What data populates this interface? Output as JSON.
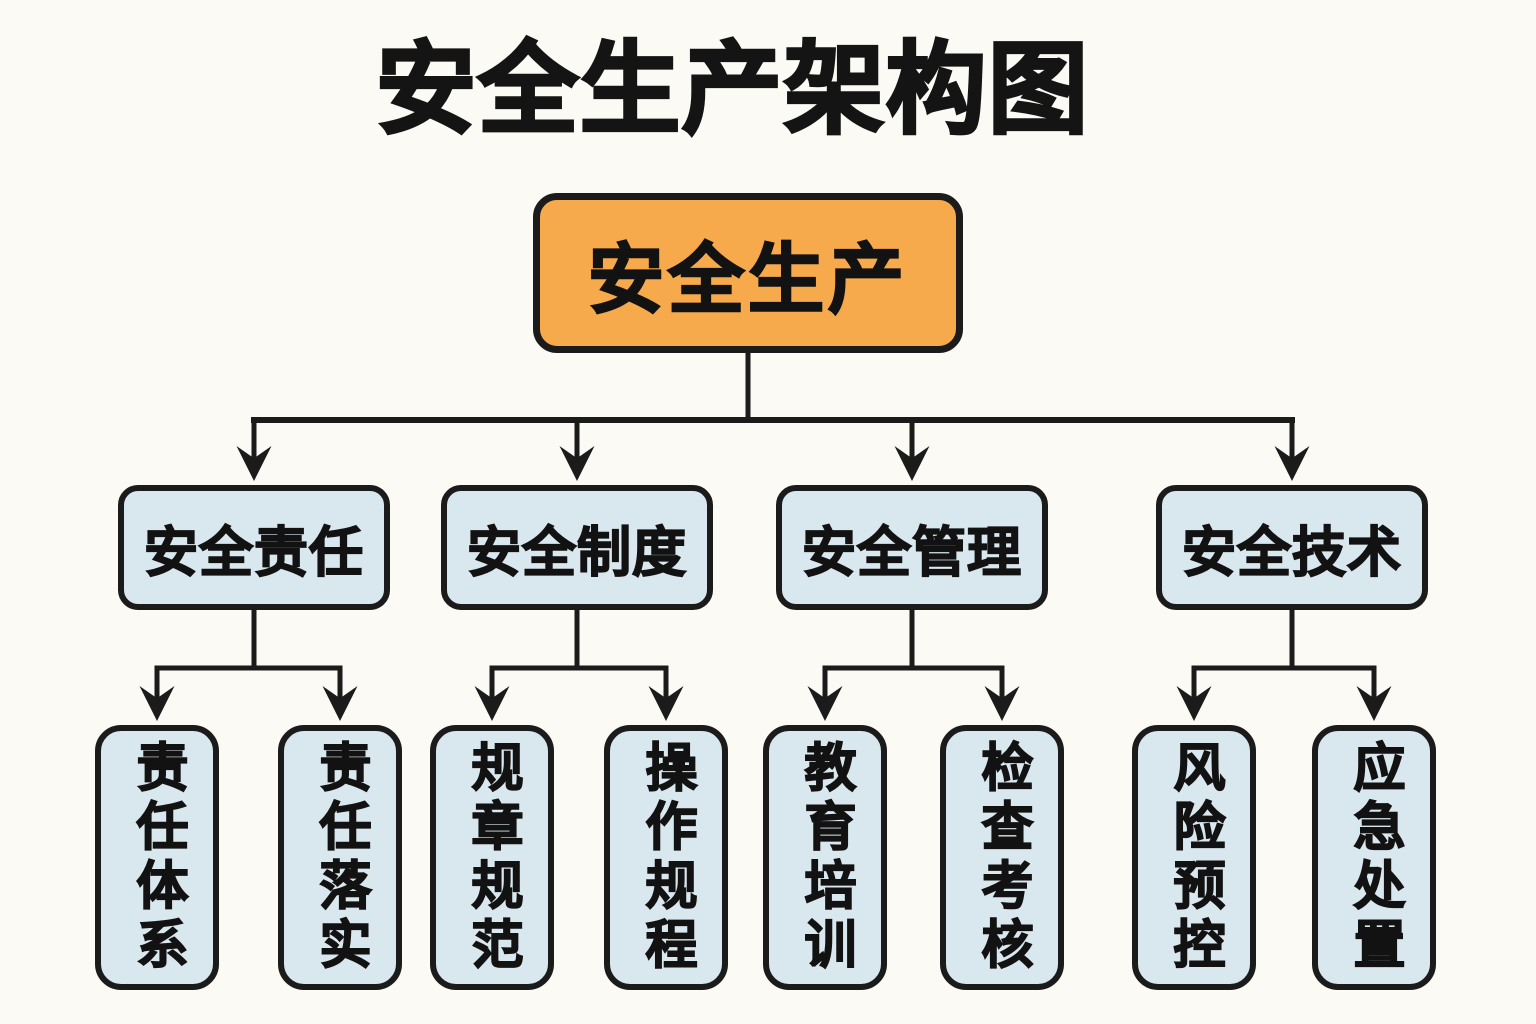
{
  "title": "安全生产架构图",
  "colors": {
    "background": "#fcfaf5",
    "root_fill": "#f7aa4c",
    "branch_fill": "#d9e7ee",
    "line_and_border": "#1b1b1b",
    "text": "#121212"
  },
  "root": {
    "label": "安全生产"
  },
  "branches": [
    {
      "label": "安全责任",
      "children": [
        {
          "label": "责任体系"
        },
        {
          "label": "责任落实"
        }
      ]
    },
    {
      "label": "安全制度",
      "children": [
        {
          "label": "规章规范"
        },
        {
          "label": "操作规程"
        }
      ]
    },
    {
      "label": "安全管理",
      "children": [
        {
          "label": "教育培训"
        },
        {
          "label": "检查考核"
        }
      ]
    },
    {
      "label": "安全技术",
      "children": [
        {
          "label": "风险预控"
        },
        {
          "label": "应急处置"
        }
      ]
    }
  ]
}
